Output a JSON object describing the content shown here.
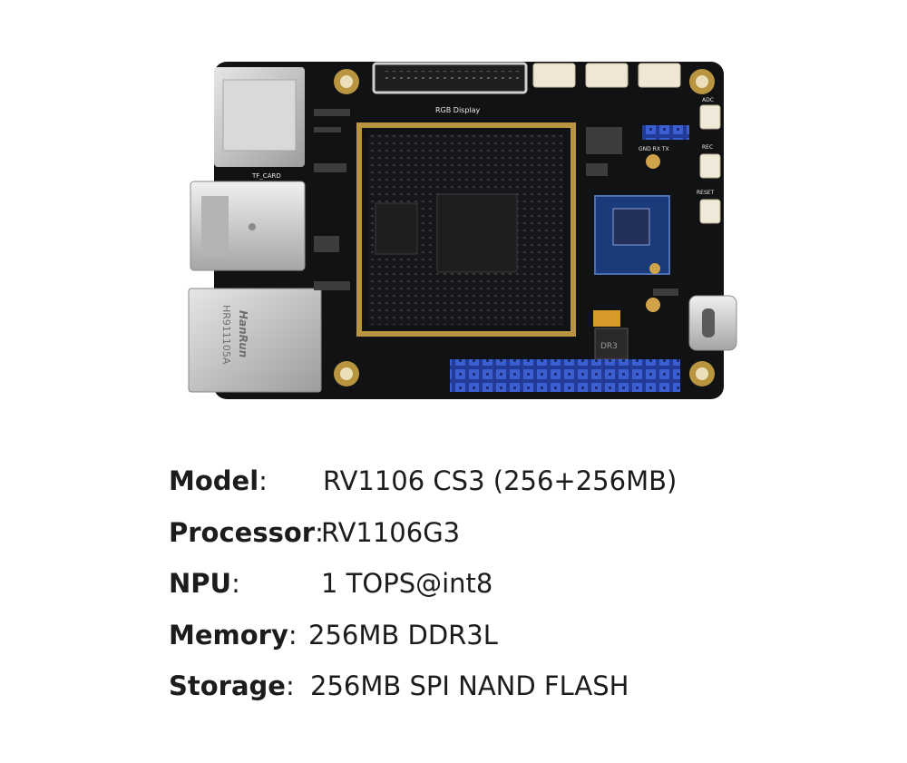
{
  "board": {
    "silk": {
      "rgb_display": "RGB Display",
      "tf_card": "TF_CARD",
      "hanrun": "HanRun",
      "rj45_part": "HR911105A",
      "reset": "RESET",
      "rec": "REC",
      "adc": "ADC",
      "uart": "GND  RX  TX",
      "chip_mark": "DR3"
    }
  },
  "specs": [
    {
      "key": "Model",
      "colon": ":",
      "value": "RV1106 CS3 (256+256MB)"
    },
    {
      "key": "Processor",
      "colon": ":",
      "value": "RV1106G3"
    },
    {
      "key": "NPU",
      "colon": ":",
      "value": "1 TOPS@int8"
    },
    {
      "key": "Memory",
      "colon": ":",
      "value": "256MB DDR3L"
    },
    {
      "key": "Storage",
      "colon": ":",
      "value": "256MB SPI NAND FLASH"
    }
  ],
  "colors": {
    "pcb": "#111214",
    "gold": "#b8953e",
    "header_pins": "#2f4fb8",
    "metal": "#c9c9c9",
    "text": "#1c1c1c"
  }
}
